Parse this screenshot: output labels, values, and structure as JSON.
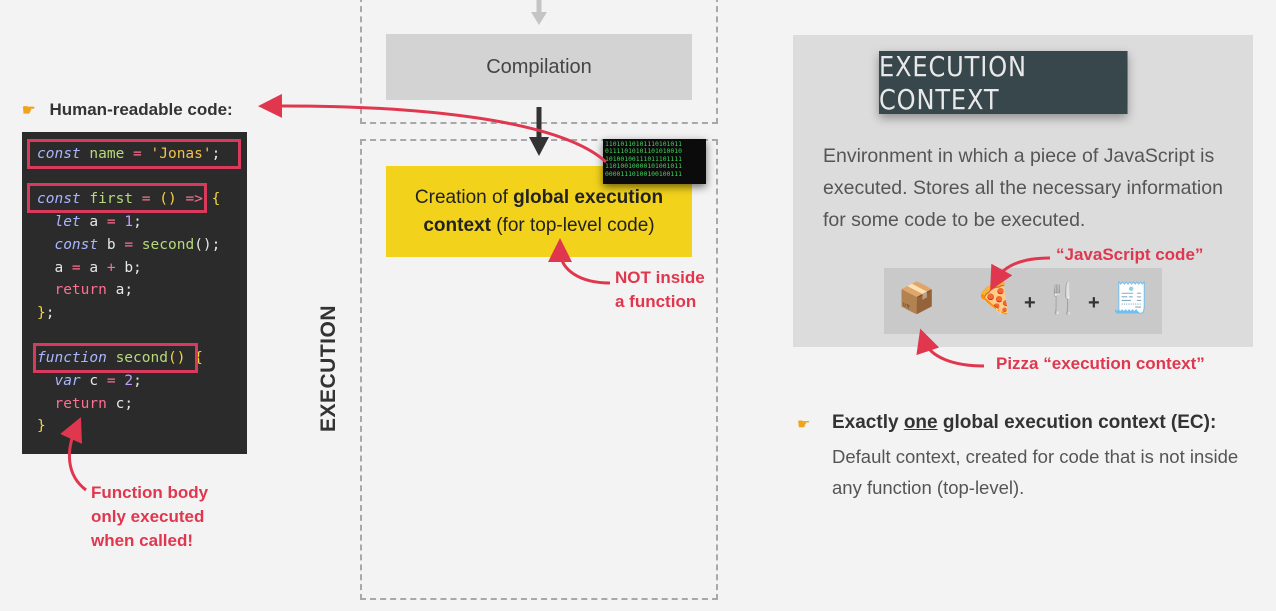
{
  "left": {
    "heading_icon": "pointing-hand-icon",
    "heading": "Human-readable code:",
    "note": [
      "Function body",
      "only executed",
      "when called!"
    ]
  },
  "middle": {
    "compilation": "Compilation",
    "creation_pre": "Creation of ",
    "creation_bold": "global execution context",
    "creation_post": " (for top-level code)",
    "not_inside": [
      "NOT inside",
      "a function"
    ],
    "execution_label": "EXECUTION",
    "binary": "11010110101110101011\n01111010101101010010\n10100100111011101111\n11010010000101001011\n00001110100100100111"
  },
  "right": {
    "title": "EXECUTION CONTEXT",
    "description": "Environment in which a piece of JavaScript is executed. Stores all the necessary information for some code to be executed.",
    "js_code_label": "“JavaScript code”",
    "pizza_label": "Pizza “execution context”",
    "icons": [
      "box-icon",
      "pizza-icon",
      "cutlery-icon",
      "receipt-icon"
    ],
    "plus": "+",
    "bullet_icon": "pointing-hand-icon",
    "bullet_pre": "Exactly ",
    "bullet_underline": "one",
    "bullet_post": " global execution context (EC):",
    "bullet_text": "Default context, created for code that is not inside any function (top-level)."
  },
  "colors": {
    "accent_red": "#e0374f",
    "highlight_yellow": "#f2d21b",
    "code_bg": "#2b2b2b",
    "title_bg": "#37474b"
  }
}
